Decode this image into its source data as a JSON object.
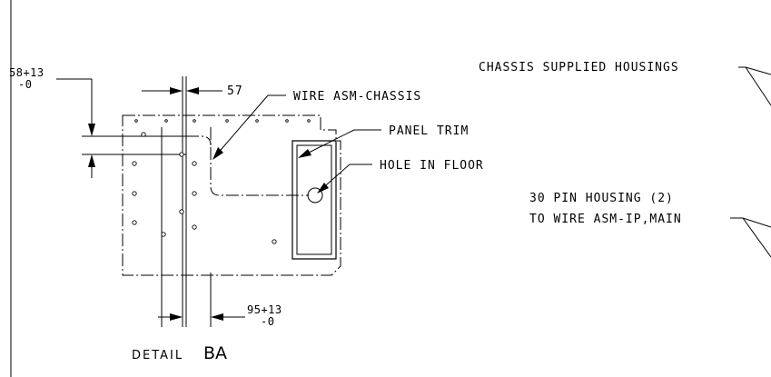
{
  "labels": {
    "dim_top_left_main": "58+13",
    "dim_top_left_tol": "-0",
    "dim_top_center": "57",
    "wire_asm_chassis": "WIRE ASM-CHASSIS",
    "panel_trim": "PANEL TRIM",
    "hole_in_floor": "HOLE IN FLOOR",
    "chassis_supplied": "CHASSIS SUPPLIED HOUSINGS",
    "pin_housing_line1": "30 PIN HOUSING (2)",
    "pin_housing_line2": "TO WIRE ASM-IP,MAIN",
    "dim_bottom_main": "95+13",
    "dim_bottom_tol": "-0",
    "detail_prefix": "DETAIL",
    "detail_id": "BA"
  }
}
